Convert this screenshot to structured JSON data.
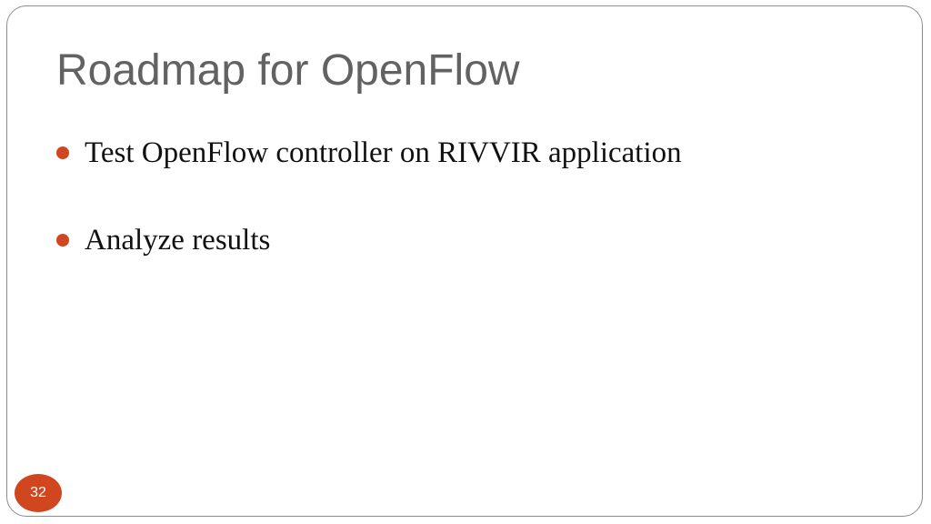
{
  "slide": {
    "title": "Roadmap for OpenFlow",
    "bullets": [
      {
        "text": "Test OpenFlow controller on RIVVIR application"
      },
      {
        "text": "Analyze results"
      }
    ],
    "page_number": "32"
  },
  "colors": {
    "accent": "#d0461f",
    "title_text": "#626262",
    "body_text": "#111111",
    "frame_border": "#8c8c8c"
  }
}
